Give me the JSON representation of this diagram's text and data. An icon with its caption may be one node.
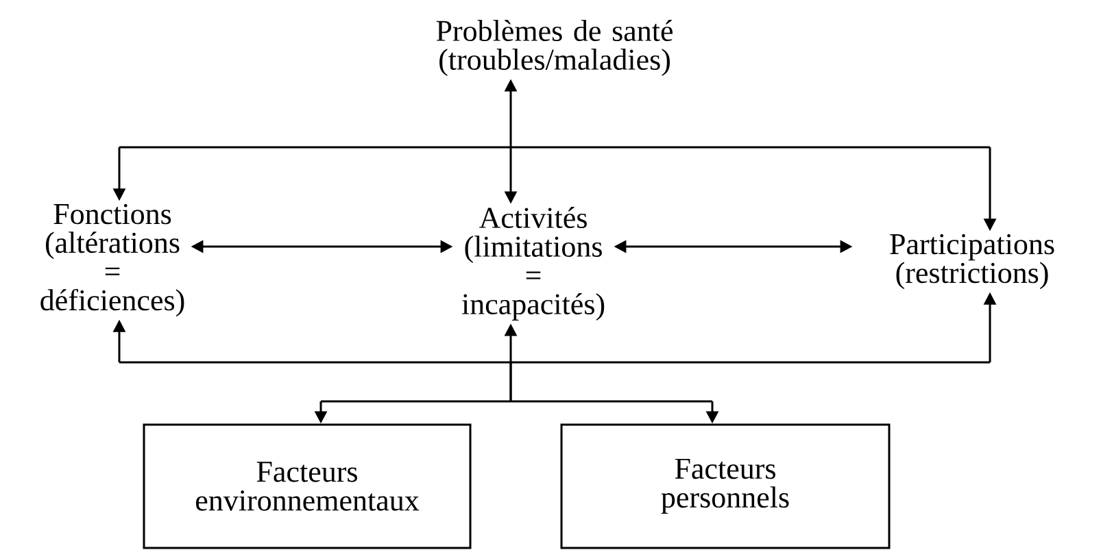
{
  "diagram": {
    "nodes": [
      {
        "text": [
          "Problèmes de santé",
          "(troubles/maladies)"
        ]
      },
      {
        "text": [
          "Fonctions",
          "(altérations = déficiences)"
        ]
      },
      {
        "text": [
          "Activités",
          "(limitations = incapacités)"
        ]
      },
      {
        "text": [
          "Participations",
          "(restrictions)"
        ]
      },
      {
        "text": [
          "Facteurs environnementaux"
        ]
      },
      {
        "text": [
          "Facteurs personnels"
        ]
      }
    ],
    "edges": [
      {
        "from": 0,
        "to": 2,
        "arrow": "both"
      },
      {
        "from": 0,
        "to": 1,
        "arrow": "both"
      },
      {
        "from": 0,
        "to": 3,
        "arrow": "both"
      },
      {
        "from": 1,
        "to": 2,
        "arrow": "both"
      },
      {
        "from": 2,
        "to": 3,
        "arrow": "both"
      },
      {
        "from": 4,
        "to": 1,
        "arrow": "both"
      },
      {
        "from": 4,
        "to": 2,
        "arrow": "both"
      },
      {
        "from": 4,
        "to": 3,
        "arrow": "both"
      },
      {
        "from": 5,
        "to": 1,
        "arrow": "both"
      },
      {
        "from": 5,
        "to": 2,
        "arrow": "both"
      },
      {
        "from": 5,
        "to": 3,
        "arrow": "both"
      }
    ]
  }
}
